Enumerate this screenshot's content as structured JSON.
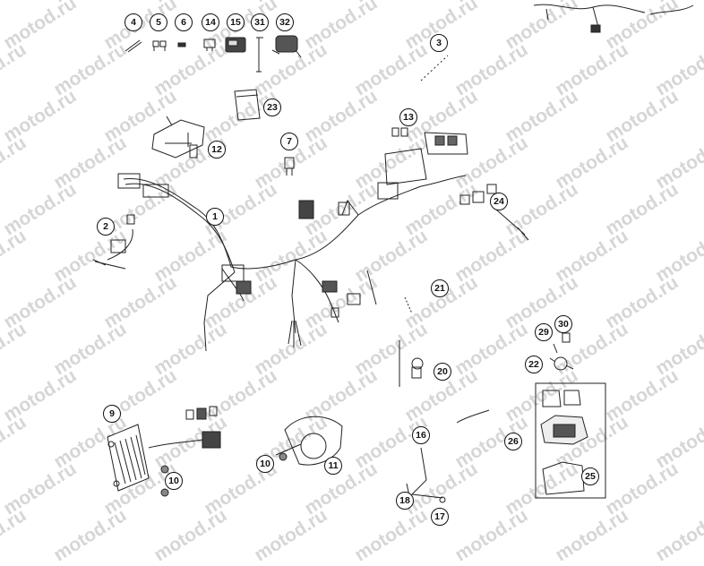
{
  "diagram": {
    "watermark_text": "motod.ru",
    "callouts": [
      "1",
      "2",
      "3",
      "4",
      "5",
      "6",
      "7",
      "9",
      "10",
      "10",
      "11",
      "12",
      "13",
      "14",
      "15",
      "16",
      "17",
      "18",
      "20",
      "21",
      "22",
      "23",
      "24",
      "25",
      "26",
      "29",
      "30",
      "31",
      "32"
    ],
    "line_color": "#222222",
    "watermark_color": "#c9c9c9"
  }
}
